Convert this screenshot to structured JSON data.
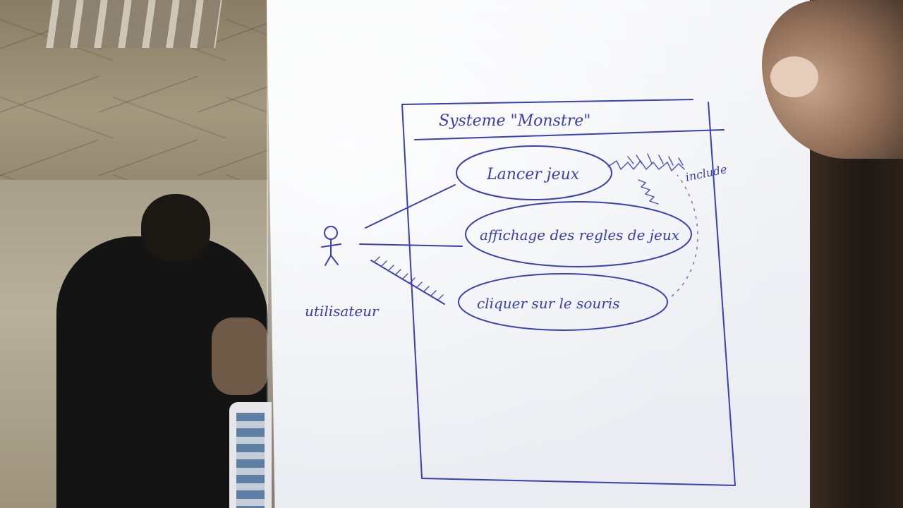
{
  "diagram": {
    "system_title": "Systeme \"Monstre\"",
    "actor_label": "utilisateur",
    "use_cases": [
      {
        "label": "Lancer jeux"
      },
      {
        "label": "affichage des regles de jeux"
      },
      {
        "label": "cliquer sur le souris"
      }
    ],
    "relation_label": "include"
  },
  "colors": {
    "ink": "#3b3fb3",
    "paper": "#ffffff"
  }
}
